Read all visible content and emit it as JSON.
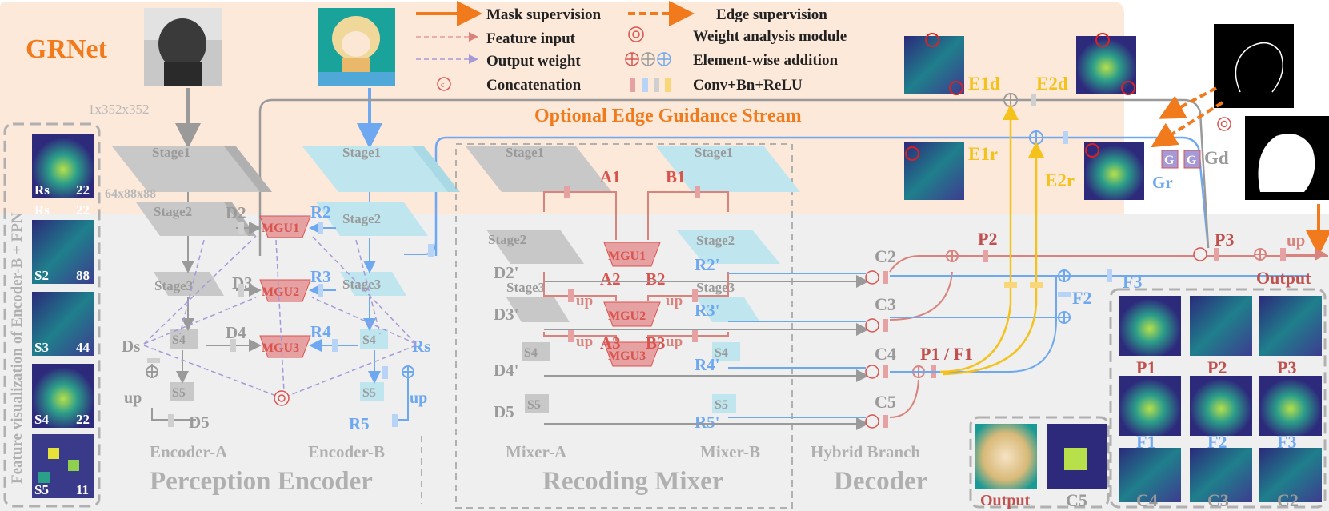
{
  "title": "GRNet",
  "legend": {
    "mask_supervision": "Mask supervision",
    "edge_supervision": "Edge supervision",
    "feature_input": "Feature input",
    "weight_analysis": "Weight analysis module",
    "output_weight": "Output weight",
    "element_addition": "Element-wise addition",
    "concatenation": "Concatenation",
    "conv_bn_relu": "Conv+Bn+ReLU"
  },
  "dims": {
    "input": "1x352x352",
    "stage1": "64x88x88"
  },
  "edge_stream": {
    "title": "Optional Edge Guidance Stream",
    "e1d": "E1d",
    "e2d": "E2d",
    "e1r": "E1r",
    "e2r": "E2r",
    "gr": "Gr",
    "gd": "Gd",
    "g": "G"
  },
  "left_panel": {
    "caption": "Feature visualization of Encoder-B + FPN",
    "items": [
      {
        "name": "Rs",
        "size": "22"
      },
      {
        "name": "Rs",
        "size": "22"
      },
      {
        "name": "S2",
        "size": "88"
      },
      {
        "name": "S3",
        "size": "44"
      },
      {
        "name": "S4",
        "size": "22"
      },
      {
        "name": "S5",
        "size": "11"
      }
    ]
  },
  "encoder": {
    "stage1": "Stage1",
    "stage2": "Stage2",
    "stage3": "Stage3",
    "s4": "S4",
    "s5": "S5",
    "d2": "D2",
    "d3": "D3",
    "d4": "D4",
    "d5": "D5",
    "ds": "Ds",
    "r2": "R2",
    "r3": "R3",
    "r4": "R4",
    "r5": "R5",
    "rs": "Rs",
    "mgu1": "MGU1",
    "mgu2": "MGU2",
    "mgu3": "MGU3",
    "up": "up",
    "encoder_a": "Encoder-A",
    "encoder_b": "Encoder-B",
    "section": "Perception Encoder"
  },
  "mixer": {
    "stage1": "Stage1",
    "stage2": "Stage2",
    "stage3": "Stage3",
    "s4": "S4",
    "s5": "S5",
    "a1": "A1",
    "b1": "B1",
    "a2": "A2",
    "b2": "B2",
    "a3": "A3",
    "b3": "B3",
    "d2p": "D2'",
    "d3p": "D3'",
    "d4p": "D4'",
    "d5": "D5",
    "r2p": "R2'",
    "r3p": "R3'",
    "r4p": "R4'",
    "r5p": "R5'",
    "up": "up",
    "mgu1": "MGU1",
    "mgu2": "MGU2",
    "mgu3": "MGU3",
    "mixer_a": "Mixer-A",
    "mixer_b": "Mixer-B",
    "section": "Recoding Mixer"
  },
  "decoder": {
    "c2": "C2",
    "c3": "C3",
    "c4": "C4",
    "c5": "C5",
    "p2": "P2",
    "p3": "P3",
    "p1f1": "P1 / F1",
    "f2": "F2",
    "f3": "F3",
    "up": "up",
    "output": "Output",
    "hybrid": "Hybrid Branch",
    "section": "Decoder"
  },
  "output_panel": {
    "row1": [
      "P1",
      "P2",
      "P3"
    ],
    "row2": [
      "F1",
      "F2",
      "F3"
    ],
    "row3": [
      "C4",
      "C3",
      "C2"
    ],
    "bottom": [
      "Output",
      "C5"
    ]
  },
  "colors": {
    "orange": "#f07a1c",
    "red": "#d9534f",
    "blue": "#6ea8f0",
    "gray": "#9a9a9a",
    "purple": "#a59ad8",
    "yellow": "#f5c21b",
    "peach": "#fde9da",
    "panel": "#efefef"
  }
}
